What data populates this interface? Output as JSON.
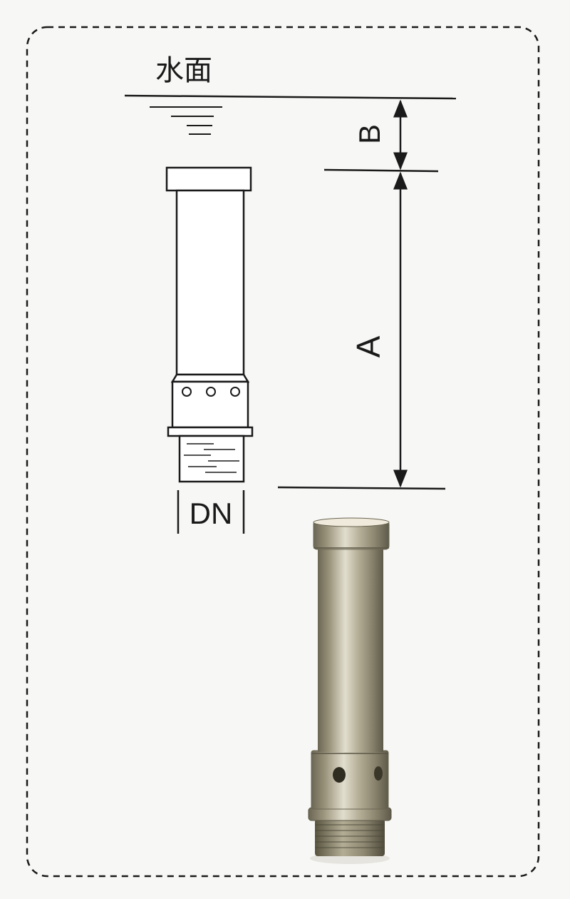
{
  "labels": {
    "water_surface": "水面",
    "dim_b": "B",
    "dim_a": "A",
    "dn": "DN"
  },
  "colors": {
    "line": "#1a1a1a",
    "background": "#f7f7f5",
    "metal_dark": "#6f6a58",
    "metal_mid": "#aaa38a",
    "metal_light": "#dcd8c6"
  },
  "icons": {
    "arrow": "double-arrow",
    "water_symbol": "water-level-icon"
  }
}
